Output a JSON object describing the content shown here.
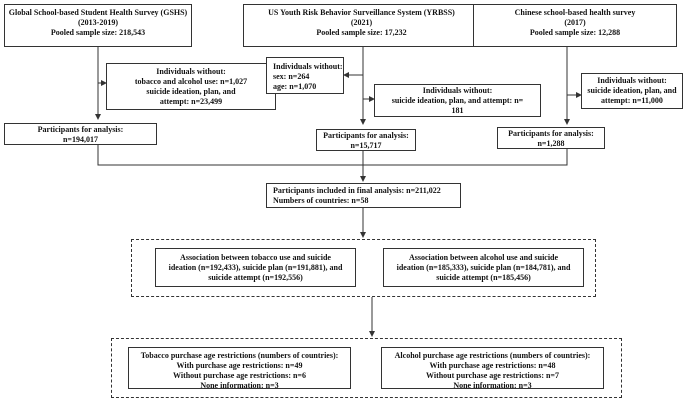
{
  "boxes": {
    "gshs": [
      "Global School-based Student Health Survey (GSHS)",
      "(2013-2019)",
      "Pooled sample size: 218,543"
    ],
    "yrbss": [
      "US Youth Risk Behavior Surveillance System (YRBSS)",
      "(2021)",
      "Pooled sample size: 17,232"
    ],
    "chinese": [
      "Chinese school-based health survey",
      "(2017)",
      "Pooled sample size: 12,288"
    ],
    "gshs_excl": [
      "Individuals without:",
      "tobacco and alcohol use: n=1,027",
      "suicide ideation, plan, and",
      "attempt: n=23,499"
    ],
    "yrbss_excl_demo": [
      "Individuals without:",
      "sex: n=264",
      "age: n=1,070"
    ],
    "yrbss_excl_suicide": [
      "Individuals without:",
      "suicide ideation, plan, and attempt: n=",
      "181"
    ],
    "chinese_excl": [
      "Individuals without:",
      "suicide ideation, plan, and",
      "attempt: n=11,000"
    ],
    "gshs_analysis": [
      "Participants for analysis:",
      "n=194,017"
    ],
    "yrbss_analysis": [
      "Participants for analysis:",
      "n=15,717"
    ],
    "chinese_analysis": [
      "Participants for analysis:",
      "n=1,288"
    ],
    "final": [
      "Participants included in final analysis: n=211,022",
      "Numbers of countries: n=58"
    ],
    "tobacco_assoc": [
      "Association between tobacco use and suicide",
      "ideation (n=192,433), suicide plan (n=191,881), and",
      "suicide attempt (n=192,556)"
    ],
    "alcohol_assoc": [
      "Association between alcohol use and suicide",
      "ideation (n=185,333), suicide plan (n=184,781), and",
      "suicide attempt (n=185,456)"
    ],
    "tobacco_restr": [
      "Tobacco purchase age restrictions (numbers of countries):",
      "With purchase age restrictions: n=49",
      "Without purchase age restrictions: n=6",
      "None information: n=3"
    ],
    "alcohol_restr": [
      "Alcohol purchase age restrictions (numbers of countries):",
      "With purchase age restrictions: n=48",
      "Without purchase age restrictions: n=7",
      "None information: n=3"
    ]
  }
}
